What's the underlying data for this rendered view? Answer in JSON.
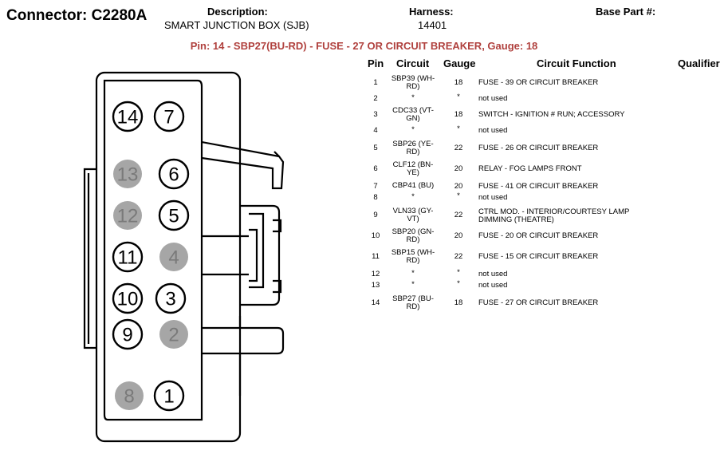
{
  "header": {
    "connector": "Connector: C2280A",
    "description_label": "Description:",
    "description_value": "SMART JUNCTION BOX (SJB)",
    "harness_label": "Harness:",
    "harness_value": "14401",
    "base_part_label": "Base Part #:",
    "base_part_value": ""
  },
  "highlight": "Pin: 14 - SBP27(BU-RD) - FUSE - 27 OR CIRCUIT BREAKER, Gauge: 18",
  "table": {
    "columns": [
      "Pin",
      "Circuit",
      "Gauge",
      "Circuit Function",
      "Qualifier"
    ],
    "rows": [
      {
        "pin": "1",
        "circuit": "SBP39 (WH-RD)",
        "gauge": "18",
        "function": "FUSE - 39 OR CIRCUIT BREAKER"
      },
      {
        "pin": "2",
        "circuit": "*",
        "gauge": "*",
        "function": "not used"
      },
      {
        "pin": "3",
        "circuit": "CDC33 (VT-GN)",
        "gauge": "18",
        "function": "SWITCH - IGNITION # RUN; ACCESSORY"
      },
      {
        "pin": "4",
        "circuit": "*",
        "gauge": "*",
        "function": "not used"
      },
      {
        "pin": "5",
        "circuit": "SBP26 (YE-RD)",
        "gauge": "22",
        "function": "FUSE - 26 OR CIRCUIT BREAKER"
      },
      {
        "pin": "6",
        "circuit": "CLF12 (BN-YE)",
        "gauge": "20",
        "function": "RELAY - FOG LAMPS FRONT"
      },
      {
        "pin": "7",
        "circuit": "CBP41 (BU)",
        "gauge": "20",
        "function": "FUSE - 41 OR CIRCUIT BREAKER"
      },
      {
        "pin": "8",
        "circuit": "*",
        "gauge": "*",
        "function": "not used"
      },
      {
        "pin": "9",
        "circuit": "VLN33 (GY-VT)",
        "gauge": "22",
        "function": "CTRL MOD. - INTERIOR/COURTESY LAMP DIMMING (THEATRE)"
      },
      {
        "pin": "10",
        "circuit": "SBP20 (GN-RD)",
        "gauge": "20",
        "function": "FUSE - 20 OR CIRCUIT BREAKER"
      },
      {
        "pin": "11",
        "circuit": "SBP15 (WH-RD)",
        "gauge": "22",
        "function": "FUSE - 15 OR CIRCUIT BREAKER"
      },
      {
        "pin": "12",
        "circuit": "*",
        "gauge": "*",
        "function": "not used"
      },
      {
        "pin": "13",
        "circuit": "*",
        "gauge": "*",
        "function": "not used"
      },
      {
        "pin": "14",
        "circuit": "SBP27 (BU-RD)",
        "gauge": "18",
        "function": "FUSE - 27 OR CIRCUIT BREAKER"
      }
    ]
  },
  "connector_pins": [
    {
      "label": "14",
      "used": true
    },
    {
      "label": "7",
      "used": true
    },
    {
      "label": "13",
      "used": false
    },
    {
      "label": "6",
      "used": true
    },
    {
      "label": "12",
      "used": false
    },
    {
      "label": "5",
      "used": true
    },
    {
      "label": "11",
      "used": true
    },
    {
      "label": "4",
      "used": false
    },
    {
      "label": "10",
      "used": true
    },
    {
      "label": "3",
      "used": true
    },
    {
      "label": "9",
      "used": true
    },
    {
      "label": "2",
      "used": false
    },
    {
      "label": "8",
      "used": false
    },
    {
      "label": "1",
      "used": true
    }
  ],
  "colors": {
    "highlight": "#b0413e",
    "unused_pin_fill": "#a6a6a6",
    "outline": "#000000"
  }
}
